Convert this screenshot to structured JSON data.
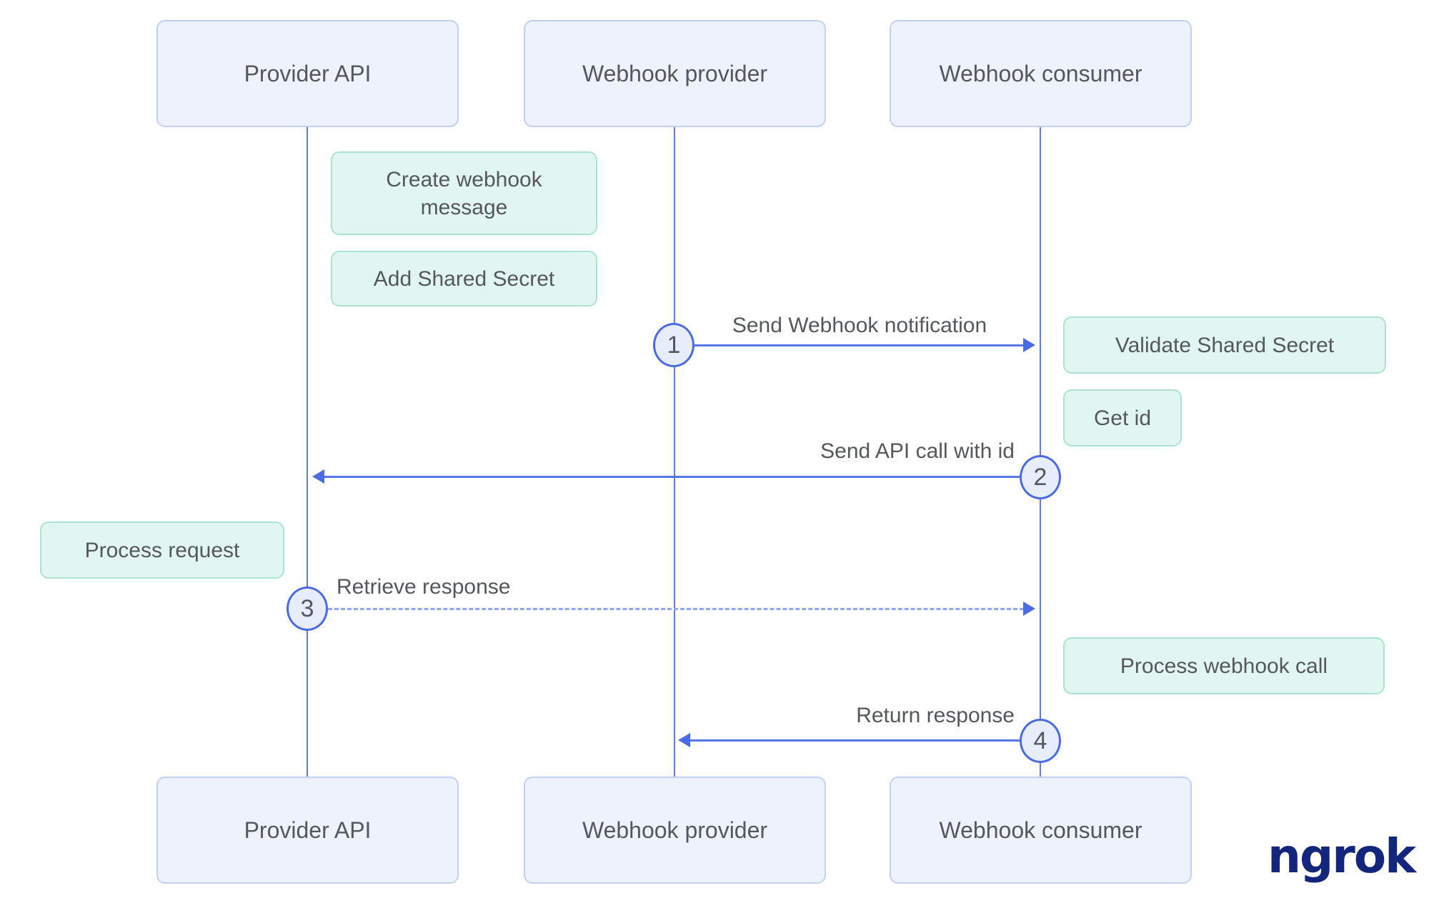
{
  "diagram_type": "webhook-sequence-diagram",
  "actors": {
    "provider_api": "Provider API",
    "webhook_provider": "Webhook provider",
    "webhook_consumer": "Webhook consumer"
  },
  "actions": {
    "create_webhook_message": "Create webhook message",
    "add_shared_secret": "Add Shared Secret",
    "validate_shared_secret": "Validate Shared Secret",
    "get_id": "Get id",
    "process_request": "Process request",
    "process_webhook_call": "Process webhook call"
  },
  "messages": {
    "m1": {
      "num": "1",
      "label": "Send Webhook notification",
      "from": "webhook_provider",
      "to": "webhook_consumer",
      "style": "solid"
    },
    "m2": {
      "num": "2",
      "label": "Send API call with id",
      "from": "webhook_consumer",
      "to": "provider_api",
      "style": "solid"
    },
    "m3": {
      "num": "3",
      "label": "Retrieve response",
      "from": "provider_api",
      "to": "webhook_consumer",
      "style": "dashed"
    },
    "m4": {
      "num": "4",
      "label": "Return response",
      "from": "webhook_consumer",
      "to": "webhook_provider",
      "style": "solid"
    }
  },
  "logo": {
    "text": "ngrok"
  },
  "colors": {
    "actor_fill": "#eef2fc",
    "actor_border": "#c3d0f5",
    "action_fill": "#e1f6f0",
    "action_border": "#abe3d3",
    "line": "#5577e8",
    "line_dashed": "#94a7ee",
    "arrowhead": "#4a6ce0",
    "circle_fill": "#e7edfb",
    "circle_border": "#4a6ce0",
    "text": "#54575c",
    "logo": "#14267b"
  }
}
